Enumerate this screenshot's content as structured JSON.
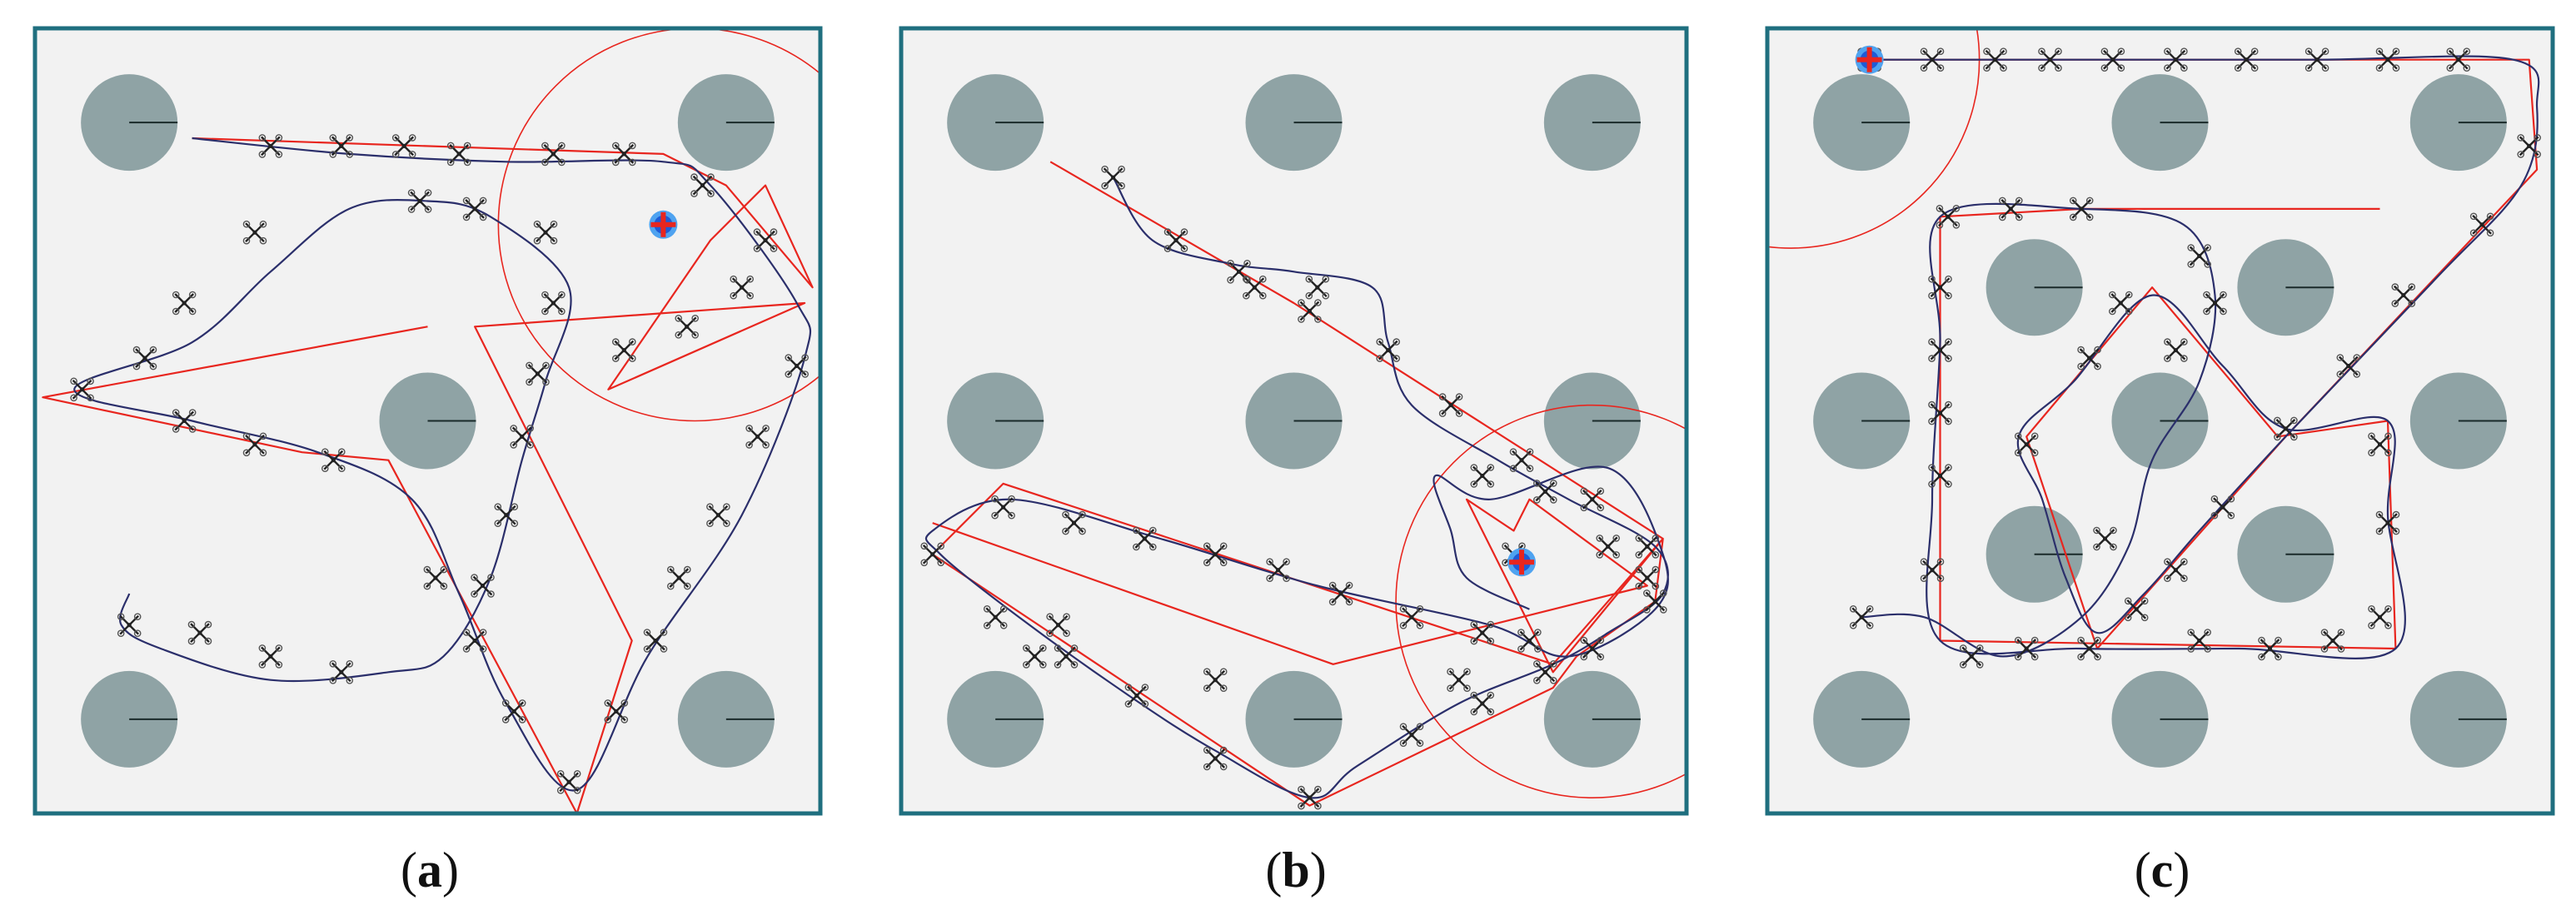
{
  "colors": {
    "frame": "#1f6f7f",
    "arena": "#f2f2f2",
    "obstacle": "#8fa3a5",
    "heading": "#1a2a2a",
    "reference": "#e8261f",
    "trajectory": "#2b2f6b",
    "drone": "#222222",
    "robot_blue": "#1e5bd6",
    "robot_light": "#4fa3f0",
    "robot_red": "#e8261f"
  },
  "icons": {
    "drone": "quadrotor-icon",
    "robot": "robot-marker-icon"
  },
  "panels": [
    {
      "id": "a",
      "label": "a",
      "obstacles": [
        [
          0.12,
          0.12
        ],
        [
          0.5,
          0.5
        ],
        [
          0.12,
          0.88
        ],
        [
          0.88,
          0.12
        ],
        [
          0.88,
          0.88
        ]
      ],
      "reference": [
        [
          0.2,
          0.14
        ],
        [
          0.8,
          0.16
        ],
        [
          0.88,
          0.2
        ],
        [
          0.99,
          0.33
        ],
        [
          0.93,
          0.2
        ],
        [
          0.86,
          0.27
        ],
        [
          0.73,
          0.46
        ],
        [
          0.98,
          0.35
        ],
        [
          0.56,
          0.38
        ],
        [
          0.76,
          0.78
        ],
        [
          0.69,
          1.0
        ],
        [
          0.45,
          0.55
        ],
        [
          0.34,
          0.54
        ],
        [
          0.01,
          0.47
        ],
        [
          0.5,
          0.38
        ]
      ],
      "trajectory": [
        [
          0.2,
          0.14
        ],
        [
          0.4,
          0.16
        ],
        [
          0.6,
          0.17
        ],
        [
          0.8,
          0.17
        ],
        [
          0.86,
          0.2
        ],
        [
          0.97,
          0.35
        ],
        [
          0.98,
          0.42
        ],
        [
          0.9,
          0.62
        ],
        [
          0.78,
          0.8
        ],
        [
          0.69,
          0.97
        ],
        [
          0.6,
          0.86
        ],
        [
          0.54,
          0.72
        ],
        [
          0.48,
          0.6
        ],
        [
          0.36,
          0.54
        ],
        [
          0.2,
          0.5
        ],
        [
          0.05,
          0.46
        ],
        [
          0.2,
          0.4
        ],
        [
          0.3,
          0.31
        ],
        [
          0.4,
          0.23
        ],
        [
          0.5,
          0.22
        ],
        [
          0.58,
          0.24
        ],
        [
          0.68,
          0.33
        ],
        [
          0.65,
          0.45
        ],
        [
          0.62,
          0.55
        ],
        [
          0.58,
          0.7
        ],
        [
          0.52,
          0.8
        ],
        [
          0.45,
          0.82
        ],
        [
          0.3,
          0.83
        ],
        [
          0.16,
          0.79
        ],
        [
          0.11,
          0.76
        ],
        [
          0.12,
          0.72
        ]
      ],
      "drones": [
        [
          0.3,
          0.15
        ],
        [
          0.39,
          0.15
        ],
        [
          0.47,
          0.15
        ],
        [
          0.54,
          0.16
        ],
        [
          0.66,
          0.16
        ],
        [
          0.75,
          0.16
        ],
        [
          0.85,
          0.2
        ],
        [
          0.93,
          0.27
        ],
        [
          0.9,
          0.33
        ],
        [
          0.49,
          0.22
        ],
        [
          0.56,
          0.23
        ],
        [
          0.65,
          0.26
        ],
        [
          0.28,
          0.26
        ],
        [
          0.19,
          0.35
        ],
        [
          0.14,
          0.42
        ],
        [
          0.06,
          0.46
        ],
        [
          0.19,
          0.5
        ],
        [
          0.28,
          0.53
        ],
        [
          0.38,
          0.55
        ],
        [
          0.62,
          0.52
        ],
        [
          0.64,
          0.44
        ],
        [
          0.66,
          0.35
        ],
        [
          0.75,
          0.41
        ],
        [
          0.83,
          0.38
        ],
        [
          0.97,
          0.43
        ],
        [
          0.92,
          0.52
        ],
        [
          0.87,
          0.62
        ],
        [
          0.82,
          0.7
        ],
        [
          0.79,
          0.78
        ],
        [
          0.74,
          0.87
        ],
        [
          0.68,
          0.96
        ],
        [
          0.61,
          0.87
        ],
        [
          0.56,
          0.78
        ],
        [
          0.51,
          0.7
        ],
        [
          0.57,
          0.71
        ],
        [
          0.6,
          0.62
        ],
        [
          0.12,
          0.76
        ],
        [
          0.21,
          0.77
        ],
        [
          0.3,
          0.8
        ],
        [
          0.39,
          0.82
        ]
      ],
      "robot": [
        0.8,
        0.25
      ],
      "circle": {
        "c": [
          0.84,
          0.25
        ],
        "r": 0.25
      }
    },
    {
      "id": "b",
      "label": "b",
      "obstacles": [
        [
          0.12,
          0.12
        ],
        [
          0.5,
          0.12
        ],
        [
          0.88,
          0.12
        ],
        [
          0.12,
          0.5
        ],
        [
          0.5,
          0.5
        ],
        [
          0.88,
          0.5
        ],
        [
          0.12,
          0.88
        ],
        [
          0.5,
          0.88
        ],
        [
          0.88,
          0.88
        ]
      ],
      "reference": [
        [
          0.19,
          0.17
        ],
        [
          0.5,
          0.35
        ],
        [
          0.97,
          0.65
        ],
        [
          0.96,
          0.73
        ],
        [
          0.86,
          0.8
        ],
        [
          0.83,
          0.84
        ],
        [
          0.52,
          0.99
        ],
        [
          0.04,
          0.67
        ],
        [
          0.13,
          0.58
        ],
        [
          0.83,
          0.81
        ],
        [
          0.97,
          0.65
        ],
        [
          0.83,
          0.82
        ],
        [
          0.72,
          0.6
        ],
        [
          0.78,
          0.64
        ],
        [
          0.8,
          0.6
        ],
        [
          0.95,
          0.71
        ],
        [
          0.55,
          0.81
        ],
        [
          0.04,
          0.63
        ]
      ],
      "trajectory": [
        [
          0.27,
          0.19
        ],
        [
          0.32,
          0.27
        ],
        [
          0.42,
          0.3
        ],
        [
          0.5,
          0.31
        ],
        [
          0.6,
          0.33
        ],
        [
          0.62,
          0.4
        ],
        [
          0.65,
          0.48
        ],
        [
          0.76,
          0.55
        ],
        [
          0.85,
          0.6
        ],
        [
          0.96,
          0.66
        ],
        [
          0.97,
          0.72
        ],
        [
          0.9,
          0.77
        ],
        [
          0.83,
          0.81
        ],
        [
          0.71,
          0.86
        ],
        [
          0.58,
          0.94
        ],
        [
          0.52,
          0.98
        ],
        [
          0.4,
          0.92
        ],
        [
          0.29,
          0.85
        ],
        [
          0.15,
          0.75
        ],
        [
          0.05,
          0.67
        ],
        [
          0.04,
          0.64
        ],
        [
          0.14,
          0.6
        ],
        [
          0.33,
          0.65
        ],
        [
          0.53,
          0.71
        ],
        [
          0.75,
          0.76
        ],
        [
          0.85,
          0.8
        ],
        [
          0.96,
          0.74
        ],
        [
          0.97,
          0.67
        ],
        [
          0.9,
          0.56
        ],
        [
          0.75,
          0.6
        ],
        [
          0.68,
          0.57
        ],
        [
          0.7,
          0.64
        ],
        [
          0.72,
          0.7
        ],
        [
          0.8,
          0.74
        ]
      ],
      "drones": [
        [
          0.27,
          0.19
        ],
        [
          0.35,
          0.27
        ],
        [
          0.43,
          0.31
        ],
        [
          0.45,
          0.33
        ],
        [
          0.53,
          0.33
        ],
        [
          0.52,
          0.36
        ],
        [
          0.62,
          0.41
        ],
        [
          0.7,
          0.48
        ],
        [
          0.79,
          0.55
        ],
        [
          0.88,
          0.6
        ],
        [
          0.95,
          0.66
        ],
        [
          0.96,
          0.73
        ],
        [
          0.88,
          0.79
        ],
        [
          0.82,
          0.82
        ],
        [
          0.74,
          0.86
        ],
        [
          0.65,
          0.9
        ],
        [
          0.52,
          0.98
        ],
        [
          0.4,
          0.93
        ],
        [
          0.3,
          0.85
        ],
        [
          0.21,
          0.8
        ],
        [
          0.12,
          0.75
        ],
        [
          0.04,
          0.67
        ],
        [
          0.13,
          0.61
        ],
        [
          0.22,
          0.63
        ],
        [
          0.31,
          0.65
        ],
        [
          0.4,
          0.67
        ],
        [
          0.48,
          0.69
        ],
        [
          0.56,
          0.72
        ],
        [
          0.65,
          0.75
        ],
        [
          0.74,
          0.77
        ],
        [
          0.8,
          0.78
        ],
        [
          0.95,
          0.7
        ],
        [
          0.9,
          0.66
        ],
        [
          0.82,
          0.59
        ],
        [
          0.74,
          0.57
        ],
        [
          0.78,
          0.67
        ],
        [
          0.71,
          0.83
        ],
        [
          0.4,
          0.83
        ],
        [
          0.17,
          0.8
        ],
        [
          0.2,
          0.76
        ]
      ],
      "robot": [
        0.79,
        0.68
      ],
      "circle": {
        "c": [
          0.88,
          0.73
        ],
        "r": 0.25
      }
    },
    {
      "id": "c",
      "label": "c",
      "obstacles": [
        [
          0.12,
          0.12
        ],
        [
          0.5,
          0.12
        ],
        [
          0.88,
          0.12
        ],
        [
          0.34,
          0.33
        ],
        [
          0.66,
          0.33
        ],
        [
          0.12,
          0.5
        ],
        [
          0.5,
          0.5
        ],
        [
          0.88,
          0.5
        ],
        [
          0.34,
          0.67
        ],
        [
          0.66,
          0.67
        ],
        [
          0.12,
          0.88
        ],
        [
          0.5,
          0.88
        ],
        [
          0.88,
          0.88
        ]
      ],
      "reference": [
        [
          0.13,
          0.04
        ],
        [
          0.97,
          0.04
        ],
        [
          0.98,
          0.18
        ],
        [
          0.66,
          0.52
        ],
        [
          0.42,
          0.79
        ],
        [
          0.33,
          0.52
        ],
        [
          0.49,
          0.33
        ],
        [
          0.65,
          0.52
        ],
        [
          0.79,
          0.5
        ],
        [
          0.8,
          0.79
        ],
        [
          0.22,
          0.78
        ],
        [
          0.22,
          0.24
        ],
        [
          0.4,
          0.23
        ],
        [
          0.78,
          0.23
        ]
      ],
      "trajectory": [
        [
          0.13,
          0.04
        ],
        [
          0.4,
          0.04
        ],
        [
          0.7,
          0.04
        ],
        [
          0.95,
          0.04
        ],
        [
          0.98,
          0.1
        ],
        [
          0.96,
          0.2
        ],
        [
          0.85,
          0.32
        ],
        [
          0.66,
          0.52
        ],
        [
          0.55,
          0.64
        ],
        [
          0.48,
          0.72
        ],
        [
          0.42,
          0.77
        ],
        [
          0.38,
          0.7
        ],
        [
          0.35,
          0.6
        ],
        [
          0.32,
          0.52
        ],
        [
          0.39,
          0.45
        ],
        [
          0.49,
          0.34
        ],
        [
          0.58,
          0.43
        ],
        [
          0.66,
          0.51
        ],
        [
          0.79,
          0.5
        ],
        [
          0.79,
          0.62
        ],
        [
          0.8,
          0.79
        ],
        [
          0.6,
          0.79
        ],
        [
          0.4,
          0.79
        ],
        [
          0.22,
          0.78
        ],
        [
          0.21,
          0.6
        ],
        [
          0.22,
          0.4
        ],
        [
          0.22,
          0.24
        ],
        [
          0.4,
          0.23
        ],
        [
          0.53,
          0.25
        ],
        [
          0.57,
          0.34
        ],
        [
          0.55,
          0.45
        ],
        [
          0.49,
          0.55
        ],
        [
          0.46,
          0.66
        ],
        [
          0.4,
          0.75
        ],
        [
          0.3,
          0.8
        ],
        [
          0.2,
          0.75
        ],
        [
          0.12,
          0.75
        ]
      ],
      "drones": [
        [
          0.13,
          0.04
        ],
        [
          0.21,
          0.04
        ],
        [
          0.29,
          0.04
        ],
        [
          0.36,
          0.04
        ],
        [
          0.44,
          0.04
        ],
        [
          0.52,
          0.04
        ],
        [
          0.61,
          0.04
        ],
        [
          0.7,
          0.04
        ],
        [
          0.79,
          0.04
        ],
        [
          0.88,
          0.04
        ],
        [
          0.97,
          0.15
        ],
        [
          0.91,
          0.25
        ],
        [
          0.81,
          0.34
        ],
        [
          0.74,
          0.43
        ],
        [
          0.66,
          0.51
        ],
        [
          0.58,
          0.61
        ],
        [
          0.52,
          0.69
        ],
        [
          0.47,
          0.74
        ],
        [
          0.52,
          0.41
        ],
        [
          0.45,
          0.35
        ],
        [
          0.57,
          0.35
        ],
        [
          0.41,
          0.42
        ],
        [
          0.33,
          0.53
        ],
        [
          0.43,
          0.65
        ],
        [
          0.78,
          0.53
        ],
        [
          0.79,
          0.63
        ],
        [
          0.78,
          0.75
        ],
        [
          0.72,
          0.78
        ],
        [
          0.64,
          0.79
        ],
        [
          0.55,
          0.78
        ],
        [
          0.41,
          0.79
        ],
        [
          0.33,
          0.79
        ],
        [
          0.26,
          0.8
        ],
        [
          0.21,
          0.69
        ],
        [
          0.22,
          0.57
        ],
        [
          0.22,
          0.49
        ],
        [
          0.22,
          0.41
        ],
        [
          0.22,
          0.33
        ],
        [
          0.23,
          0.24
        ],
        [
          0.31,
          0.23
        ],
        [
          0.4,
          0.23
        ],
        [
          0.55,
          0.29
        ],
        [
          0.12,
          0.75
        ]
      ],
      "robot": [
        0.13,
        0.04
      ],
      "circle": {
        "c": [
          0.03,
          0.04
        ],
        "r": 0.24
      }
    }
  ]
}
